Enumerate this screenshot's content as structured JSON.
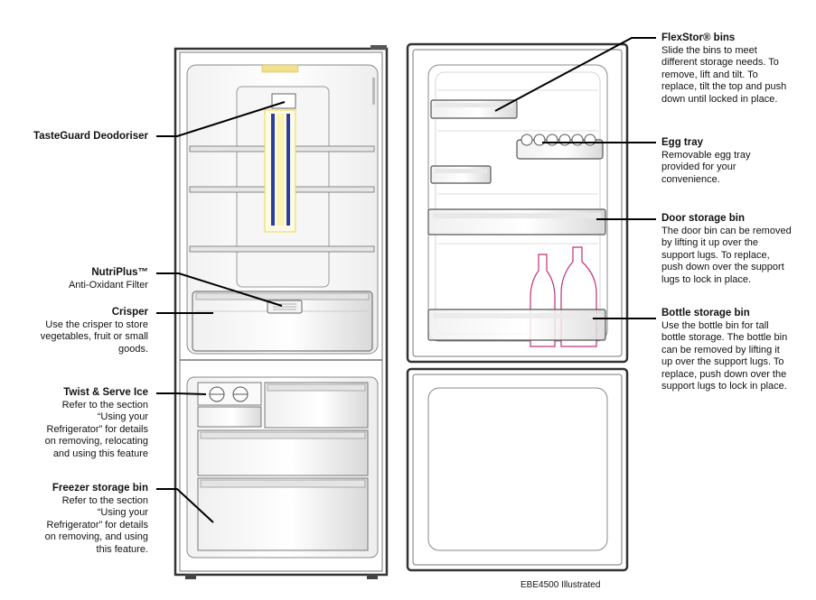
{
  "labels": {
    "tasteguard": {
      "title": "TasteGuard Deodoriser"
    },
    "nutriplus": {
      "title": "NutriPlus™",
      "desc": "Anti-Oxidant Filter"
    },
    "crisper": {
      "title": "Crisper",
      "desc": "Use the crisper to store vegetables, fruit or small goods."
    },
    "twist": {
      "title": "Twist & Serve Ice",
      "desc": "Refer to the section “Using your Refrigerator” for details on removing, relocating and using this feature"
    },
    "freezer_bin": {
      "title": "Freezer storage bin",
      "desc": "Refer to the section “Using your Refrigerator” for details on removing, and using this feature."
    },
    "flexstor": {
      "title": "FlexStor® bins",
      "desc": "Slide the bins to meet different storage needs. To remove, lift and tilt. To replace, tilt the top and push down until locked in place."
    },
    "egg_tray": {
      "title": "Egg tray",
      "desc": "Removable egg tray provided for your convenience."
    },
    "door_bin": {
      "title": "Door storage bin",
      "desc": "The door bin can be removed by lifting it up over the support lugs. To replace, push down over the support lugs to lock in place."
    },
    "bottle_bin": {
      "title": "Bottle storage bin",
      "desc": "Use the bottle bin for tall bottle storage. The bottle bin can be removed by lifting it up over the support lugs. To replace, push down over the support lugs to lock in place."
    }
  },
  "caption": "EBE4500 Illustrated",
  "colors": {
    "outline": "#222222",
    "frame": "#555555",
    "filter_yellow": "#e8d84a",
    "filter_blue": "#2a3fa0",
    "bottle": "#c0307a",
    "light": "#f3e08a"
  }
}
